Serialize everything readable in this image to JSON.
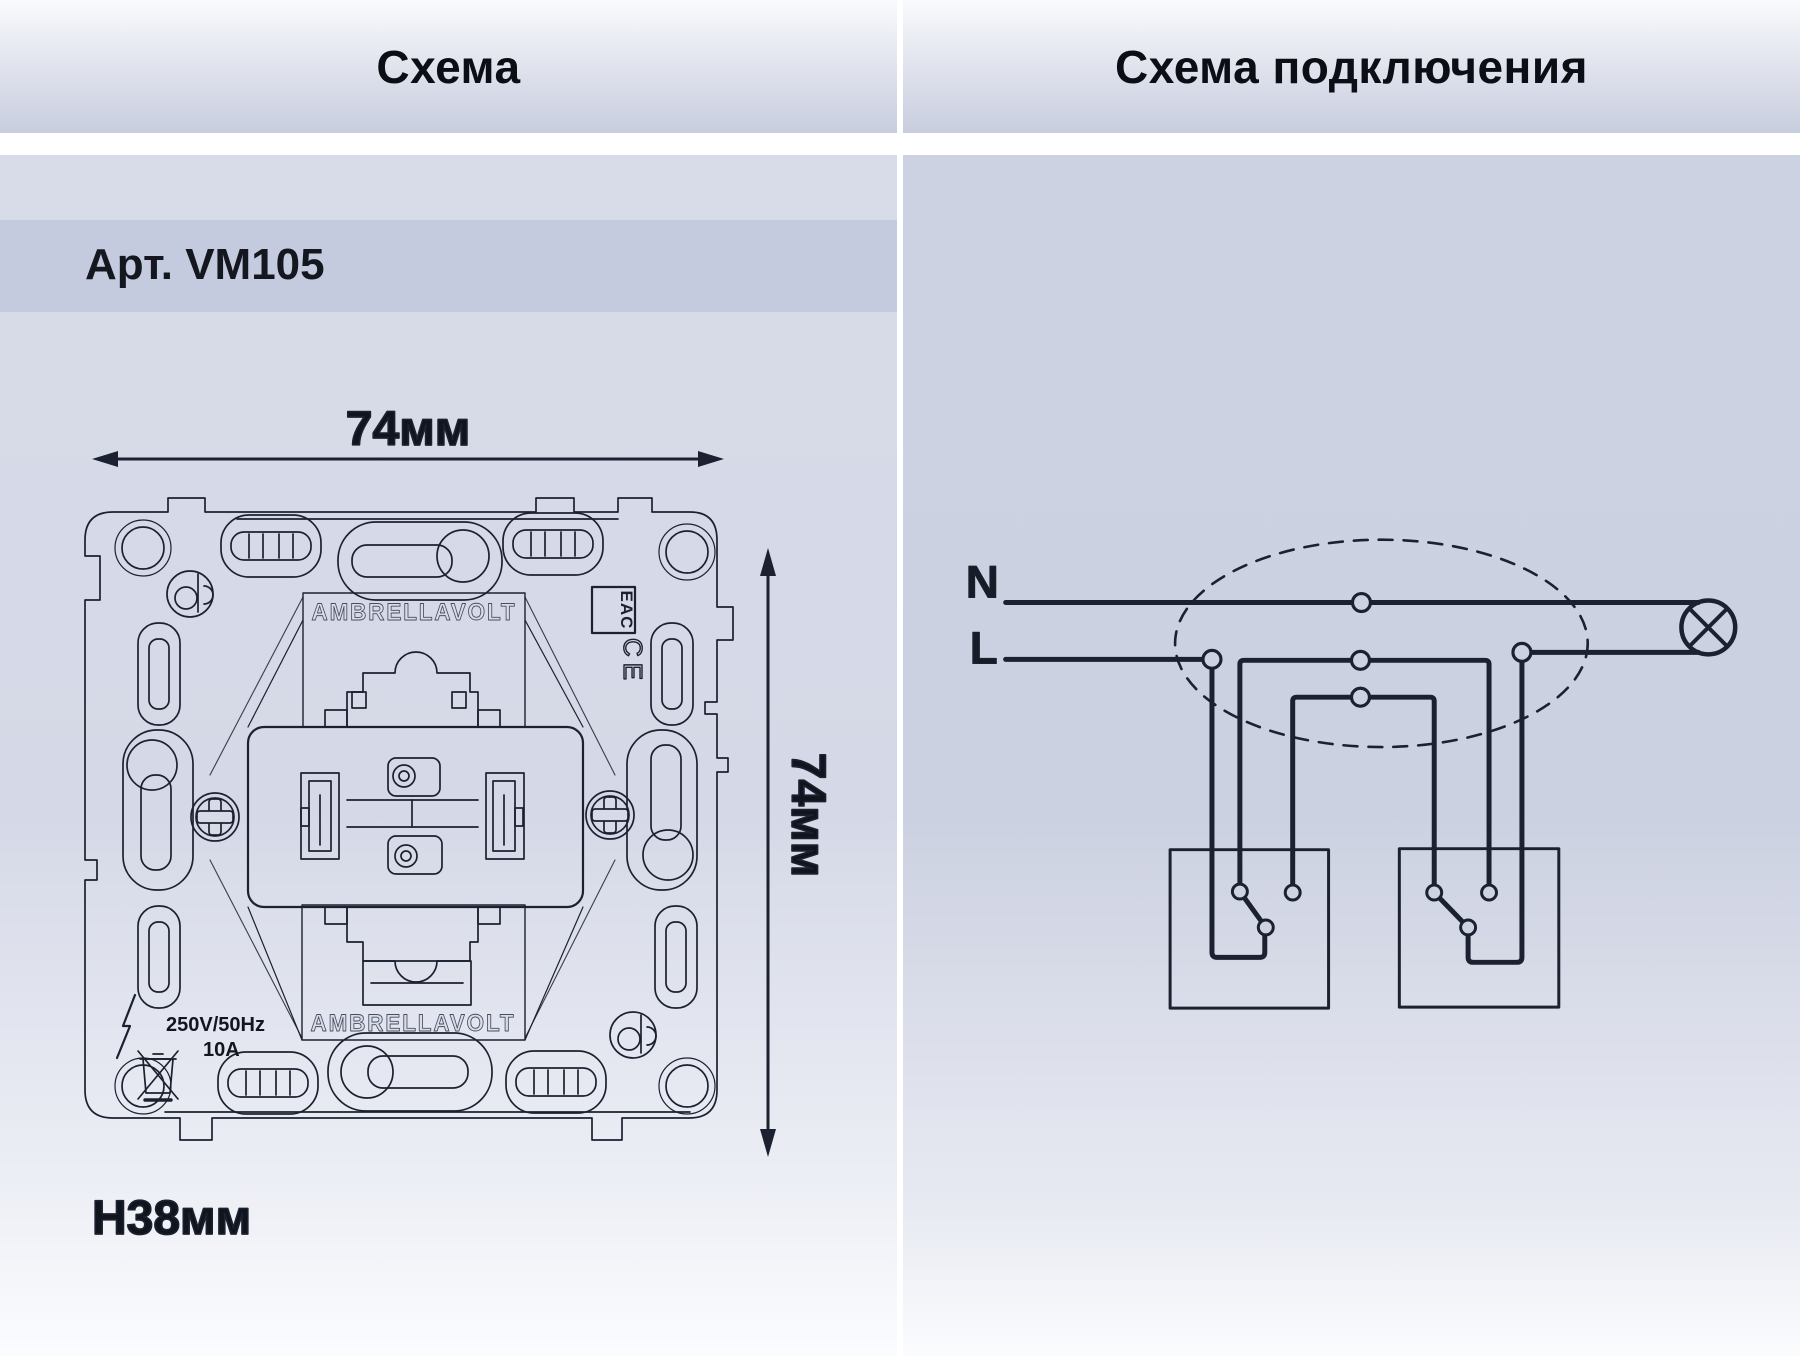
{
  "headers": {
    "left_title": "Схема",
    "right_title": "Схема подключения"
  },
  "left_panel": {
    "article_label": "Арт. VM105",
    "width_label": "74мм",
    "height_label": "74мм",
    "depth_label": "H38мм",
    "brand_top": "AMBRELLAVOLT",
    "brand_bottom": "AMBRELLAVOLT",
    "eac_mark": "EAC",
    "ce_mark": "CE",
    "rating_voltage": "250V/50Hz",
    "rating_current": "10A"
  },
  "right_panel": {
    "neutral_label": "N",
    "line_label": "L"
  },
  "colors": {
    "line_color": "#1b2130",
    "panel_left_bg": "#d8dce9",
    "panel_right_bg": "#cdd2e2",
    "article_band_bg": "#c5cbde",
    "header_gradient_top": "#f9fafc",
    "header_gradient_bottom": "#c8cdde"
  }
}
